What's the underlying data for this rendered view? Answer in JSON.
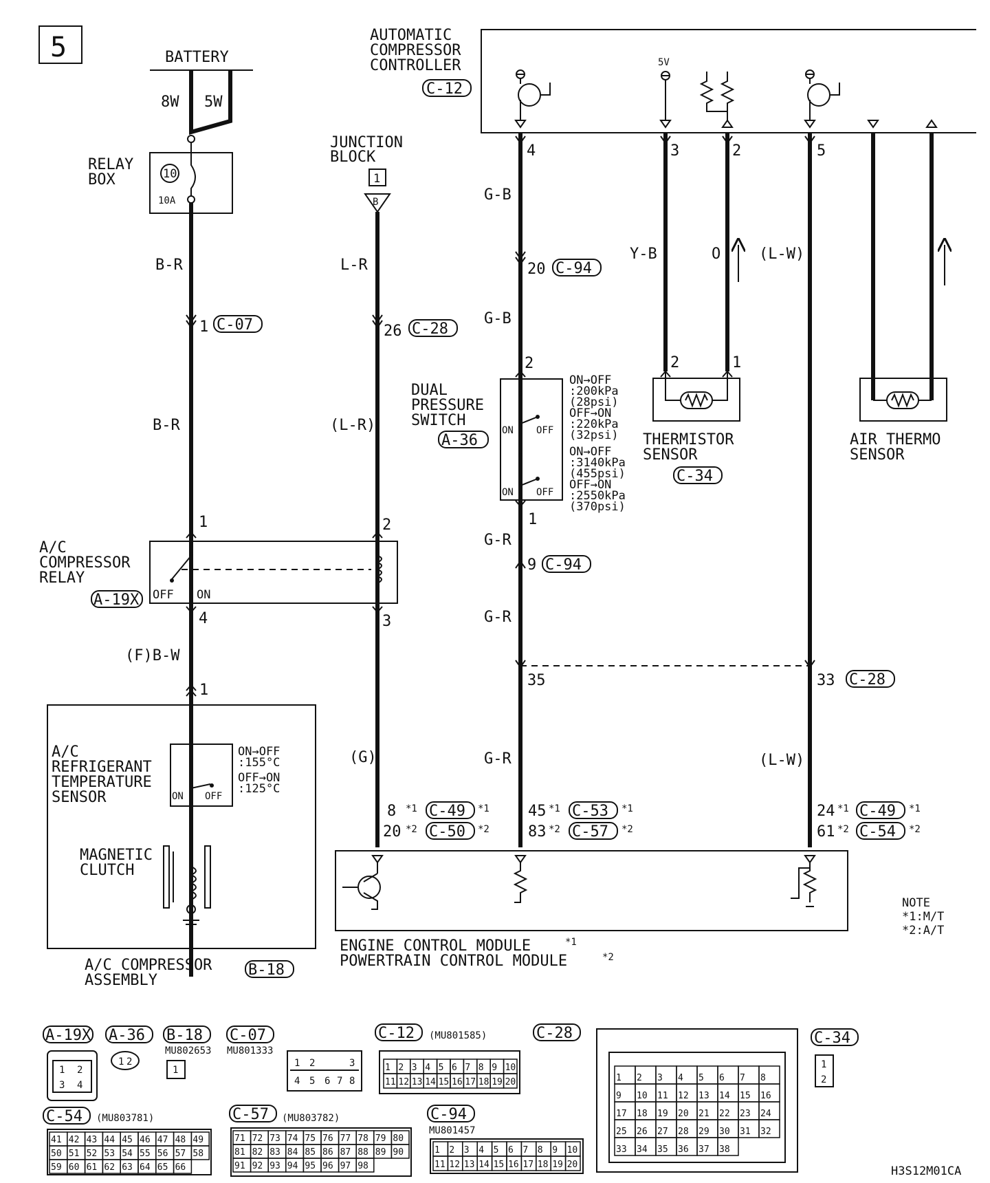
{
  "page_number": "5",
  "diagram_code": "H3S12M01CA",
  "note": [
    "NOTE",
    "*1:M/T",
    "*2:A/T"
  ],
  "battery": {
    "label": "BATTERY",
    "wires": [
      "8W",
      "5W"
    ]
  },
  "relay_box": {
    "label": [
      "RELAY",
      "BOX"
    ],
    "fuse_no": "10",
    "fuse_amp": "10A"
  },
  "junction_block": {
    "label": [
      "JUNCTION",
      "BLOCK"
    ],
    "no": "1",
    "pin": "B"
  },
  "acc": {
    "label": [
      "AUTOMATIC",
      "COMPRESSOR",
      "CONTROLLER"
    ],
    "connector": "C-12",
    "volt": "5V",
    "pins": [
      "4",
      "3",
      "2",
      "5"
    ]
  },
  "wires": {
    "br1": "B-R",
    "c07": "C-07",
    "c07_pin": "1",
    "br2": "B-R",
    "lr1": "L-R",
    "c28a": "C-28",
    "c28a_pin": "26",
    "lr2": "(L-R)",
    "gb1": "G-B",
    "c94a": "C-94",
    "c94a_pin": "20",
    "gb2": "G-B",
    "yb": "Y-B",
    "o": "O",
    "lw1": "(L-W)",
    "gr1": "G-R",
    "c94b": "C-94",
    "c94b_pin": "9",
    "gr2": "G-R",
    "pin35": "35",
    "pin33": "33",
    "c28b": "C-28",
    "gr3": "G-R",
    "lw2": "(L-W)",
    "g": "(G)",
    "fbw": "(F)B-W"
  },
  "dual_pressure_switch": {
    "label": [
      "DUAL",
      "PRESSURE",
      "SWITCH"
    ],
    "connector": "A-36",
    "pin_top": "2",
    "pin_bottom": "1",
    "on": "ON",
    "off": "OFF",
    "specs": [
      "ON→OFF",
      ":200kPa",
      "(28psi)",
      "OFF→ON",
      ":220kPa",
      "(32psi)",
      "ON→OFF",
      ":3140kPa",
      "(455psi)",
      "OFF→ON",
      ":2550kPa",
      "(370psi)"
    ]
  },
  "thermistor": {
    "label": [
      "THERMISTOR",
      "SENSOR"
    ],
    "connector": "C-34",
    "pins": [
      "2",
      "1"
    ]
  },
  "air_thermo": {
    "label": [
      "AIR THERMO",
      "SENSOR"
    ]
  },
  "ac_relay": {
    "label": [
      "A/C",
      "COMPRESSOR",
      "RELAY"
    ],
    "connector": "A-19X",
    "off": "OFF",
    "on": "ON",
    "pins": [
      "1",
      "2",
      "4",
      "3"
    ]
  },
  "compressor_assy": {
    "label": [
      "A/C COMPRESSOR",
      "ASSEMBLY"
    ],
    "connector": "B-18",
    "pin": "1",
    "sensor_label": [
      "A/C",
      "REFRIGERANT",
      "TEMPERATURE",
      "SENSOR"
    ],
    "sensor_specs": [
      "ON→OFF",
      ":155°C",
      "OFF→ON",
      ":125°C"
    ],
    "on": "ON",
    "off": "OFF",
    "clutch_label": [
      "MAGNETIC",
      "CLUTCH"
    ]
  },
  "ecm": {
    "label1": "ENGINE CONTROL MODULE",
    "mark1": "*1",
    "label2": "POWERTRAIN CONTROL MODULE",
    "mark2": "*2",
    "left": {
      "p1": "8",
      "m1": "*1",
      "c1": "C-49",
      "s1": "*1",
      "p2": "20",
      "m2": "*2",
      "c2": "C-50",
      "s2": "*2"
    },
    "mid": {
      "p1": "45",
      "m1": "*1",
      "c1": "C-53",
      "s1": "*1",
      "p2": "83",
      "m2": "*2",
      "c2": "C-57",
      "s2": "*2"
    },
    "right": {
      "p1": "24",
      "m1": "*1",
      "c1": "C-49",
      "s1": "*1",
      "p2": "61",
      "m2": "*2",
      "c2": "C-54",
      "s2": "*2"
    }
  },
  "legend": {
    "a19x": {
      "label": "A-19X",
      "pins": [
        "1",
        "2",
        "3",
        "4"
      ]
    },
    "a36": {
      "label": "A-36",
      "pins": [
        "1",
        "2"
      ]
    },
    "b18": {
      "label": "B-18",
      "part": "MU802653",
      "pin": "1"
    },
    "c07": {
      "label": "C-07",
      "part": "MU801333",
      "pins": [
        "1",
        "2",
        "3",
        "4",
        "5",
        "6",
        "7",
        "8"
      ]
    },
    "c12": {
      "label": "C-12",
      "part": "(MU801585)",
      "pins": [
        "1",
        "2",
        "3",
        "4",
        "5",
        "6",
        "7",
        "8",
        "9",
        "10",
        "11",
        "12",
        "13",
        "14",
        "15",
        "16",
        "17",
        "18",
        "19",
        "20"
      ]
    },
    "c28": {
      "label": "C-28",
      "pins": [
        "1",
        "2",
        "3",
        "4",
        "5",
        "6",
        "7",
        "8",
        "9",
        "10",
        "11",
        "12",
        "13",
        "14",
        "15",
        "16",
        "17",
        "18",
        "19",
        "20",
        "21",
        "22",
        "23",
        "24",
        "25",
        "26",
        "27",
        "28",
        "29",
        "30",
        "31",
        "32",
        "33",
        "34",
        "35",
        "36",
        "37",
        "38"
      ]
    },
    "c34": {
      "label": "C-34",
      "pins": [
        "1",
        "2"
      ]
    },
    "c54": {
      "label": "C-54",
      "part": "(MU803781)",
      "pins": [
        "41",
        "42",
        "43",
        "44",
        "45",
        "46",
        "47",
        "48",
        "49",
        "50",
        "51",
        "52",
        "53",
        "54",
        "55",
        "56",
        "57",
        "58",
        "59",
        "60",
        "61",
        "62",
        "63",
        "64",
        "65",
        "66"
      ]
    },
    "c57": {
      "label": "C-57",
      "part": "(MU803782)",
      "pins": [
        "71",
        "72",
        "73",
        "74",
        "75",
        "76",
        "77",
        "78",
        "79",
        "80",
        "81",
        "82",
        "83",
        "84",
        "85",
        "86",
        "87",
        "88",
        "89",
        "90",
        "91",
        "92",
        "93",
        "94",
        "95",
        "96",
        "97",
        "98"
      ]
    },
    "c94": {
      "label": "C-94",
      "part": "MU801457",
      "pins": [
        "1",
        "2",
        "3",
        "4",
        "5",
        "6",
        "7",
        "8",
        "9",
        "10",
        "11",
        "12",
        "13",
        "14",
        "15",
        "16",
        "17",
        "18",
        "19",
        "20"
      ]
    }
  }
}
